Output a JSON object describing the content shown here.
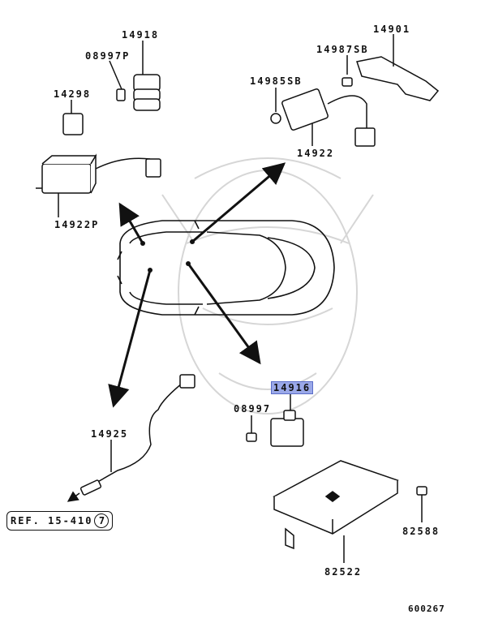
{
  "parts": {
    "p14918": "14918",
    "p08997P": "08997P",
    "p14298": "14298",
    "p14922P": "14922P",
    "p14901": "14901",
    "p14987SB": "14987SB",
    "p14985SB": "14985SB",
    "p14922": "14922",
    "p14916": "14916",
    "p08997": "08997",
    "p14925": "14925",
    "p82588": "82588",
    "p82522": "82522"
  },
  "ref": {
    "text": "REF. 15-410",
    "circled": "7"
  },
  "diagram_id": "600267",
  "colors": {
    "highlight": "#9aa8e8",
    "line": "#111111"
  }
}
